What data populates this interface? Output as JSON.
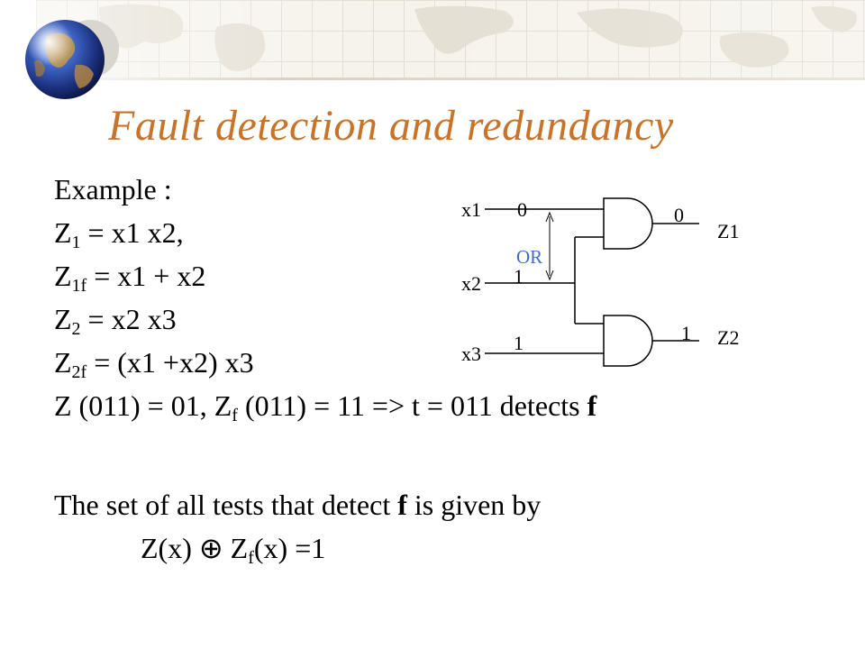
{
  "slide": {
    "title": "Fault detection and redundancy",
    "lines": {
      "example": "Example :",
      "z1": {
        "base": "Z",
        "sub": "1",
        "rest": " = x1 x2,"
      },
      "z1f": {
        "base": "Z",
        "sub": "1f",
        "rest": " = x1 + x2"
      },
      "z2": {
        "base": "Z",
        "sub": "2",
        "rest": " = x2 x3"
      },
      "z2f": {
        "base": "Z",
        "sub": "2f",
        "rest": " = (x1 +x2) x3"
      },
      "detect": {
        "a": "Z (011) = 01, Z",
        "sub": "f",
        "b": " (011) = 11 => t = 011 detects ",
        "bold": "f"
      },
      "set": {
        "a": "The set of all tests that detect ",
        "bold": "f",
        "b": " is given by"
      },
      "formula": {
        "a": "Z(x) ",
        "op": "⊕",
        "b": " Z",
        "sub": "f",
        "c": "(x) =1"
      }
    }
  },
  "circuit": {
    "inputs": {
      "x1": "x1",
      "x2": "x2",
      "x3": "x3"
    },
    "input_values": {
      "x1": "0",
      "x2": "1",
      "x3": "1"
    },
    "outputs": {
      "z1": "Z1",
      "z2": "Z2"
    },
    "output_values": {
      "z1": "0",
      "z2": "1"
    },
    "bridge_label": "OR"
  },
  "icons": {
    "globe": "globe-icon",
    "header": "world-map-grid"
  },
  "colors": {
    "title": "#c8732a",
    "bridge_label": "#3a70c8",
    "text": "#000000"
  }
}
